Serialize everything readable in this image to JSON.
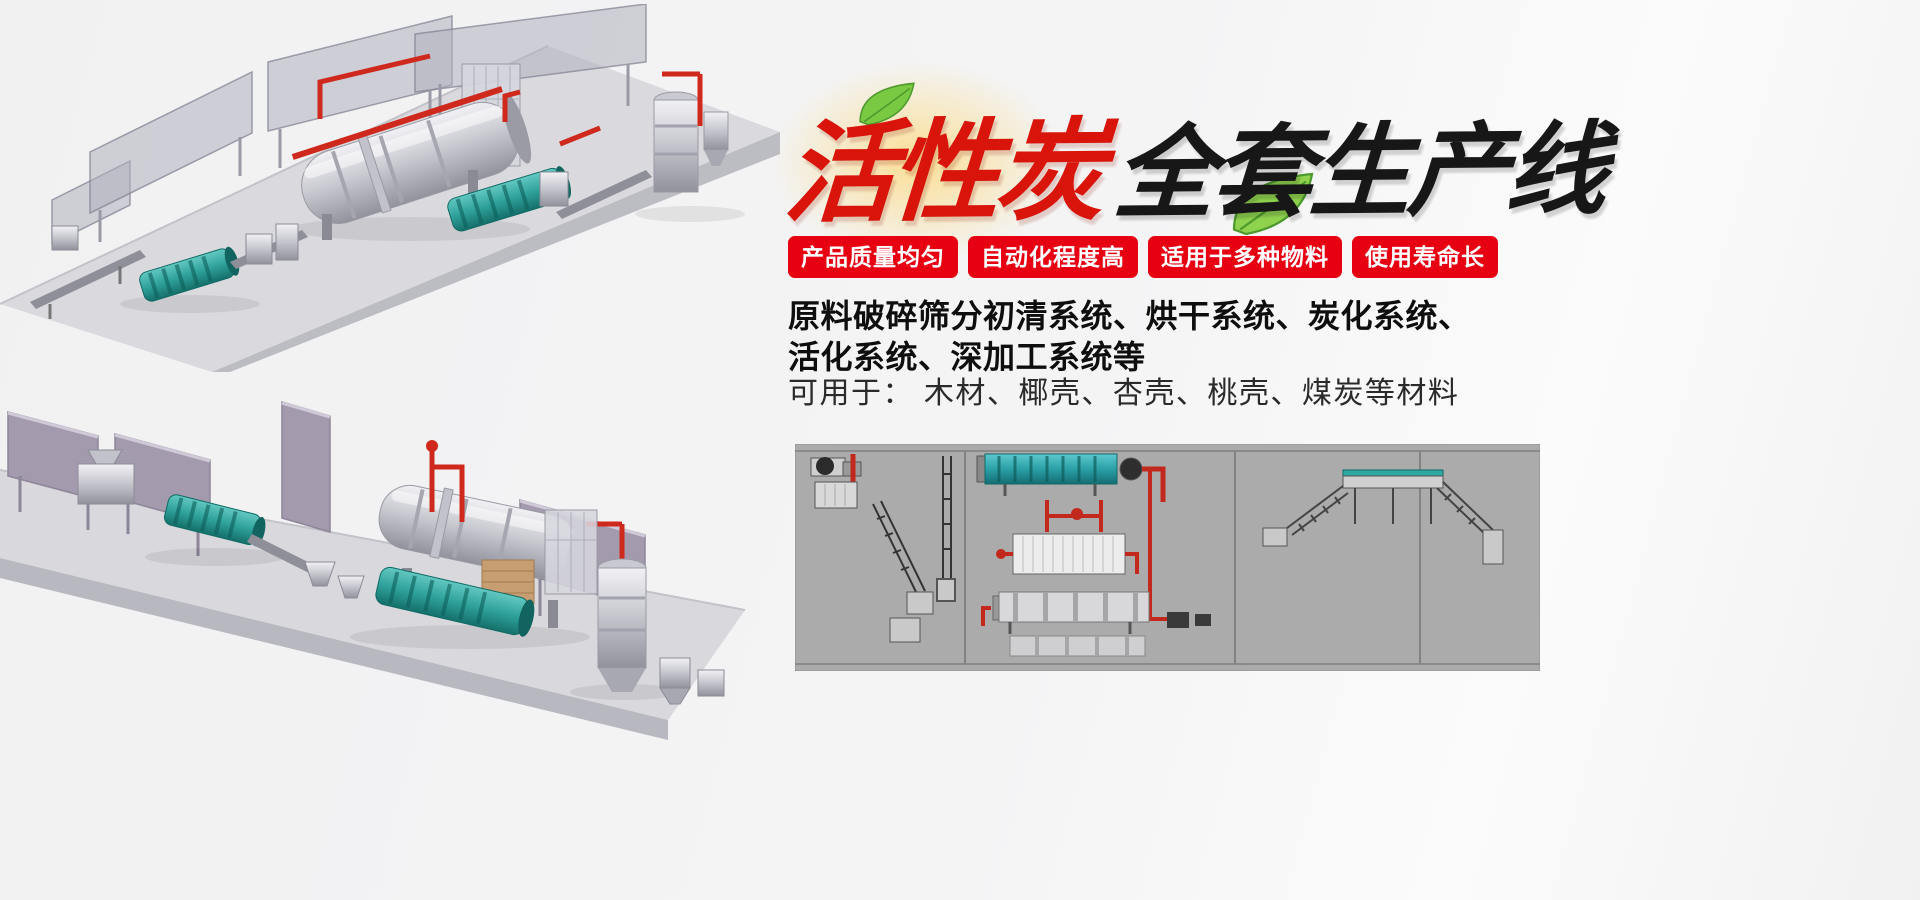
{
  "page": {
    "background": "#f2f2f3"
  },
  "hero": {
    "title": {
      "red_text": "活性炭",
      "black_text": "全套生产线",
      "red_color": "#d8140b",
      "black_color": "#171717"
    },
    "badges": {
      "color": "#e60012",
      "items": [
        "产品质量均匀",
        "自动化程度高",
        "适用于多种物料",
        "使用寿命长"
      ]
    },
    "description": {
      "line1": "原料破碎筛分初清系统、烘干系统、炭化系统、",
      "line2": "活化系统、深加工系统等"
    },
    "materials": "可用于： 木材、椰壳、杏壳、桃壳、煤炭等材料"
  },
  "illustrations": {
    "top_left": "activated-carbon-production-line-3d-render-view-1",
    "bottom_left": "activated-carbon-production-line-3d-render-view-2",
    "bottom_right": "production-line-layout-diagram"
  },
  "colors": {
    "accent_red": "#e60012",
    "pipe_red": "#cf291d",
    "drum_teal": "#2fa8a2",
    "machine_gray": "#c9c9d1",
    "wall_gray": "#a8a8ba",
    "wall_purple": "#a39bad",
    "diagram_bg": "#ababab",
    "leaf_green": "#7ac943"
  }
}
